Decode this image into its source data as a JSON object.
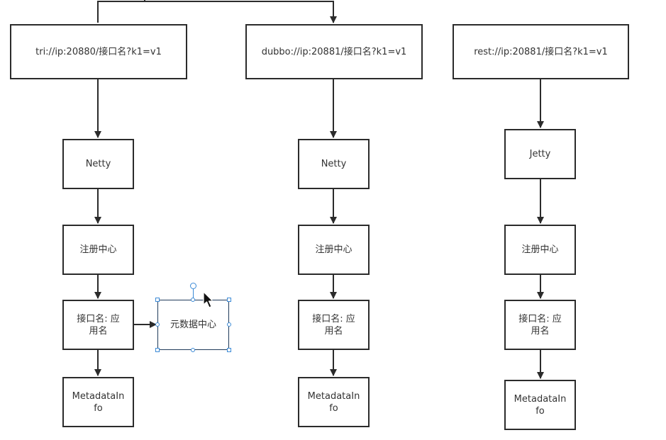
{
  "diagram": {
    "columns": [
      {
        "url": "tri://ip:20880/接口名?k1=v1",
        "server": "Netty",
        "registry": "注册中心",
        "mapping": "接口名: 应用名",
        "metadata": "MetadataInfo"
      },
      {
        "url": "dubbo://ip:20881/接口名?k1=v1",
        "server": "Netty",
        "registry": "注册中心",
        "mapping": "接口名: 应用名",
        "metadata": "MetadataInfo"
      },
      {
        "url": "rest://ip:20881/接口名?k1=v1",
        "server": "Jetty",
        "registry": "注册中心",
        "mapping": "接口名: 应用名",
        "metadata": "MetadataInfo"
      }
    ],
    "side_node": "元数据中心",
    "colors": {
      "line": "#2b2b2b",
      "selection": "#3b8ad6",
      "selected_border": "#1f3a5a"
    }
  }
}
